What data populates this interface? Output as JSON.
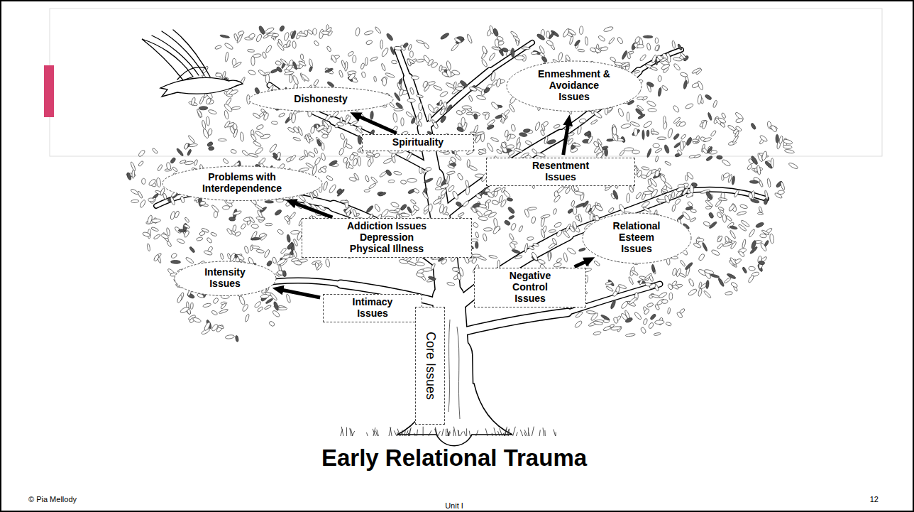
{
  "diagram": {
    "title": "Early Relational Trauma",
    "nodes": [
      {
        "text": [
          "Dishonesty"
        ]
      },
      {
        "text": [
          "Enmeshment & Avoidance Issues"
        ]
      },
      {
        "text": [
          "Spirituality"
        ]
      },
      {
        "text": [
          "Resentment Issues"
        ]
      },
      {
        "text": [
          "Problems with Interdependence"
        ]
      },
      {
        "text": [
          "Addiction Issues",
          "Depression",
          "Physical Illness"
        ]
      },
      {
        "text": [
          "Relational Esteem Issues"
        ]
      },
      {
        "text": [
          "Intensity Issues"
        ]
      },
      {
        "text": [
          "Negative Control Issues"
        ]
      },
      {
        "text": [
          "Intimacy Issues"
        ]
      },
      {
        "text": [
          "Core Issues"
        ]
      }
    ],
    "edges": [
      {
        "from": 2,
        "to": 0,
        "arrow": "to"
      },
      {
        "from": 3,
        "to": 1,
        "arrow": "to"
      },
      {
        "from": 5,
        "to": 4,
        "arrow": "to"
      },
      {
        "from": 8,
        "to": 6,
        "arrow": "to"
      },
      {
        "from": 9,
        "to": 7,
        "arrow": "to"
      }
    ],
    "labels": [
      "© Pia Mellody",
      "Unit I",
      "12"
    ]
  }
}
